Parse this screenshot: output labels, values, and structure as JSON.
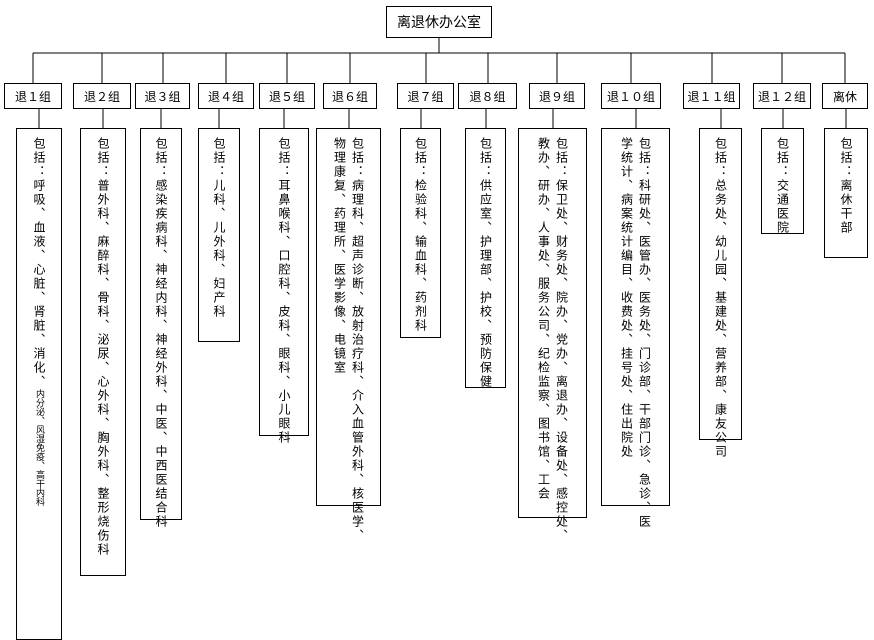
{
  "root": {
    "label": "离退休办公室"
  },
  "groups": [
    {
      "id": "g1",
      "label": "退１组",
      "columns": [
        {
          "text": "包括：呼吸、血液、心脏、肾脏、消化、",
          "small": "内分泌、风湿免疫、高干内科"
        }
      ]
    },
    {
      "id": "g2",
      "label": "退２组",
      "columns": [
        {
          "text": "包括：普外科、麻醉科、骨科、泌尿、心外科、胸外科、整形烧伤科"
        }
      ]
    },
    {
      "id": "g3",
      "label": "退３组",
      "columns": [
        {
          "text": "包括：感染疾病科、神经内科、神经外科、中医、中西医结合科"
        }
      ]
    },
    {
      "id": "g4",
      "label": "退４组",
      "columns": [
        {
          "text": "包括：儿科、儿外科、妇产科"
        }
      ]
    },
    {
      "id": "g5",
      "label": "退５组",
      "columns": [
        {
          "text": "包括：耳鼻喉科、口腔科、皮科、眼科、小儿眼科"
        }
      ]
    },
    {
      "id": "g6",
      "label": "退６组",
      "columns": [
        {
          "text": "包括：病理科、超声诊断、放射治疗科、介入血管外科、核医学、"
        },
        {
          "text": "物理康复、药理所、医学影像、电镜室"
        }
      ]
    },
    {
      "id": "g7",
      "label": "退７组",
      "columns": [
        {
          "text": "包括：检验科、输血科、药剂科"
        }
      ]
    },
    {
      "id": "g8",
      "label": "退８组",
      "columns": [
        {
          "text": "包括：供应室、护理部、护校、预防保健"
        }
      ]
    },
    {
      "id": "g9",
      "label": "退９组",
      "columns": [
        {
          "text": "包括：保卫处、财务处、院办、党办、离退办、设备处、感控处、"
        },
        {
          "text": "教办、研办、人事处、服务公司、纪检监察、图书馆、工会"
        }
      ]
    },
    {
      "id": "g10",
      "label": "退１０组",
      "columns": [
        {
          "text": "包括：科研处、医管办、医务处、门诊部、干部门诊、急诊、医"
        },
        {
          "text": "学统计、病案统计编目、收费处、挂号处、住出院处"
        }
      ]
    },
    {
      "id": "g11",
      "label": "退１１组",
      "columns": [
        {
          "text": "包括：总务处、幼儿园、基建处、营养部、康友公司"
        }
      ]
    },
    {
      "id": "g12",
      "label": "退１２组",
      "columns": [
        {
          "text": "包括：交通医院"
        }
      ]
    },
    {
      "id": "g13",
      "label": "离休",
      "columns": [
        {
          "text": "包括：离休干部"
        }
      ]
    }
  ]
}
